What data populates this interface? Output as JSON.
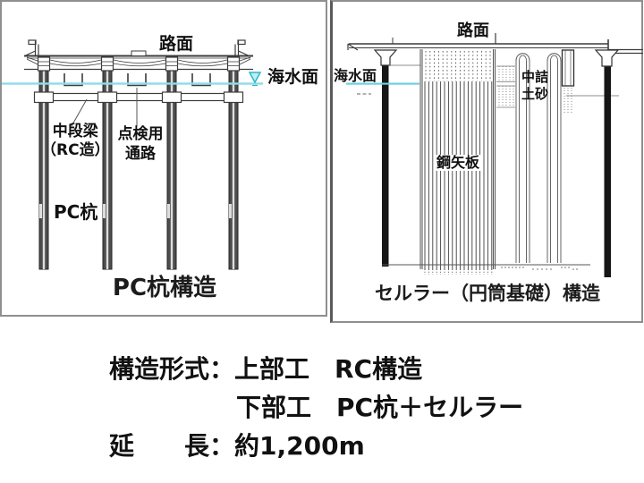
{
  "left_panel": {
    "caption": "PC杭構造",
    "labels": {
      "road_surface": "路面",
      "sea_level": "海水面",
      "mid_beam_line1": "中段梁",
      "mid_beam_line2": "（RC造）",
      "inspection_line1": "点検用",
      "inspection_line2": "通路",
      "pc_pile": "PC杭"
    }
  },
  "right_panel": {
    "caption": "セルラー（円筒基礎）構造",
    "labels": {
      "road_surface": "路面",
      "sea_level": "海水面",
      "fill_soil_line1": "中詰",
      "fill_soil_line2": "土砂",
      "steel_sheet_pile": "鋼矢板"
    }
  },
  "description": {
    "line1": "構造形式：上部工　RC構造",
    "line2": "下部工　PC杭＋セルラー",
    "line3": "延　　長：約1,200m"
  },
  "colors": {
    "water_line": "#8edce8",
    "water_marker": "#2fb6cb",
    "drawing_line": "#3c3c3c",
    "pile_fill_left": "#4d4d4d",
    "pile_fill_right": "#161616",
    "panel_border": "#8f8f8f",
    "text": "#111111"
  }
}
